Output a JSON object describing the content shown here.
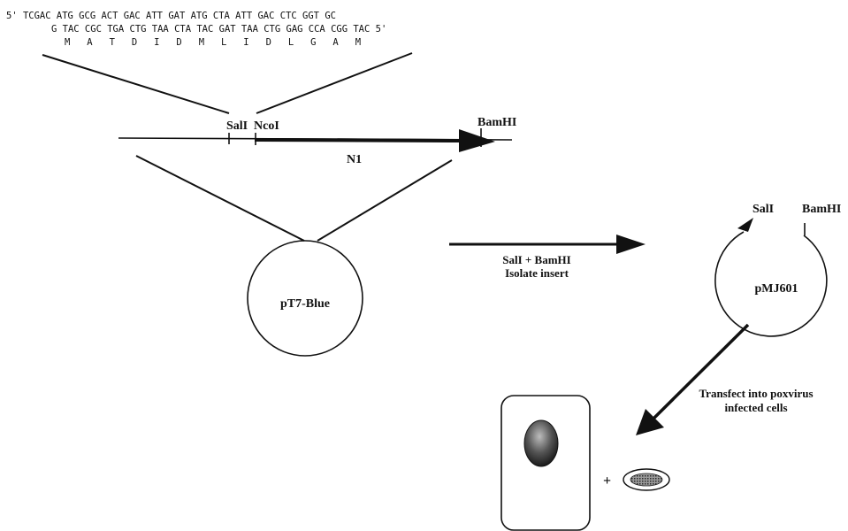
{
  "sequence": {
    "top_strand": "5' TCGAC ATG GCG ACT GAC ATT GAT ATG CTA ATT GAC CTC GGT GC",
    "bottom_strand": "G TAC CGC TGA CTG TAA CTA TAC GAT TAA CTG GAG CCA CGG TAC 5'",
    "amino_acids": "M   A   T   D   I   D   M   L   I   D   L   G   A   M"
  },
  "insert": {
    "sites": [
      "SalI",
      "NcoI",
      "BamHI"
    ],
    "gene_label": "N1"
  },
  "vectors": {
    "source": "pT7-Blue",
    "target": "pMJ601",
    "target_sites": [
      "SalI",
      "BamHI"
    ]
  },
  "steps": {
    "digest": [
      "SalI + BamHI",
      "Isolate insert"
    ],
    "transfect": [
      "Transfect into poxvirus",
      "infected cells"
    ]
  },
  "cells": {
    "plus_sign": "+"
  }
}
